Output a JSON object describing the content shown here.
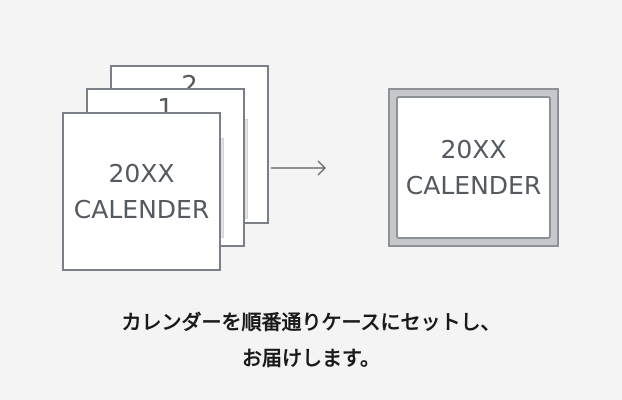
{
  "stack": {
    "back_page_number": "2",
    "middle_page_number": "1",
    "front_cover": {
      "line1": "20XX",
      "line2": "CALENDER"
    }
  },
  "case": {
    "line1": "20XX",
    "line2": "CALENDER"
  },
  "caption": {
    "line1": "カレンダーを順番通りケースにセットし、",
    "line2": "お届けします。"
  },
  "colors": {
    "background": "#f4f4f4",
    "card_border": "#7a7f87",
    "card_text": "#555a60",
    "case_frame": "#c6c8cb",
    "caption_text": "#1a1a1a"
  },
  "icons": [
    "arrow-right-icon"
  ]
}
